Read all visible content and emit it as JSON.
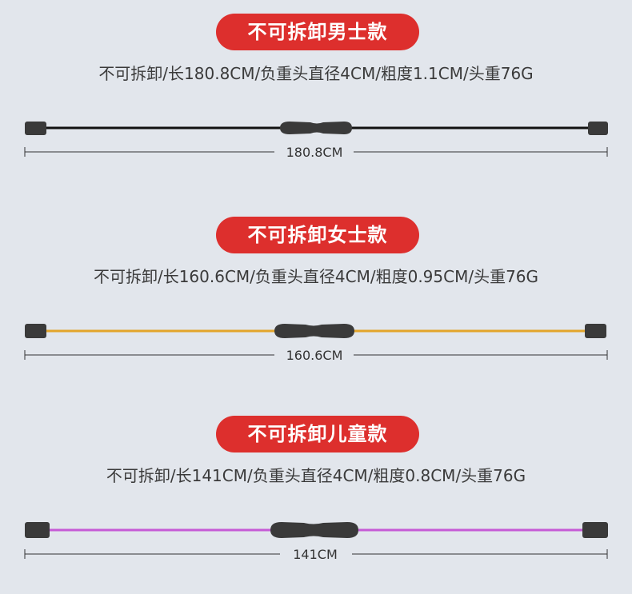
{
  "products": [
    {
      "title": "不可拆卸男士款",
      "spec": "不可拆卸/长180.8CM/负重头直径4CM/粗度1.1CM/头重76G",
      "length_label": "180.8CM",
      "rod_color": "#111111"
    },
    {
      "title": "不可拆卸女士款",
      "spec": "不可拆卸/长160.6CM/负重头直径4CM/粗度0.95CM/头重76G",
      "length_label": "160.6CM",
      "rod_color": "#e3a52a"
    },
    {
      "title": "不可拆卸儿童款",
      "spec": "不可拆卸/长141CM/负重头直径4CM/粗度0.8CM/头重76G",
      "length_label": "141CM",
      "rod_color": "#c55ad6"
    }
  ]
}
